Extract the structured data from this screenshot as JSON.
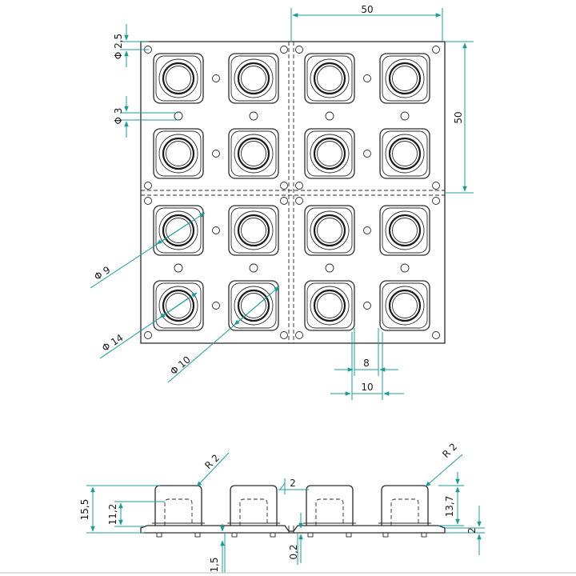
{
  "colors": {
    "dimension": "#1f9a96",
    "outline": "#2a2a2a",
    "background": "#ffffff"
  },
  "icons": {
    "arrowhead": "dimension-arrow-icon"
  },
  "dimensions": {
    "top_width": "50",
    "side_height": "50",
    "mount_hole_small": "Φ 2,5",
    "mount_hole_large": "Φ 3",
    "inner_dia": "Φ 9",
    "outer_dia": "Φ 14",
    "cap_dia": "Φ 10",
    "key_pitch_inner": "8",
    "key_pitch_outer": "10",
    "radius_left": "R 2",
    "radius_right": "R 2",
    "total_height": "15,5",
    "key_height": "11,2",
    "gap_top": "2",
    "right_height": "13,7",
    "base_thickness": "2",
    "slit_width": "0,2",
    "nub_height": "1,5"
  }
}
